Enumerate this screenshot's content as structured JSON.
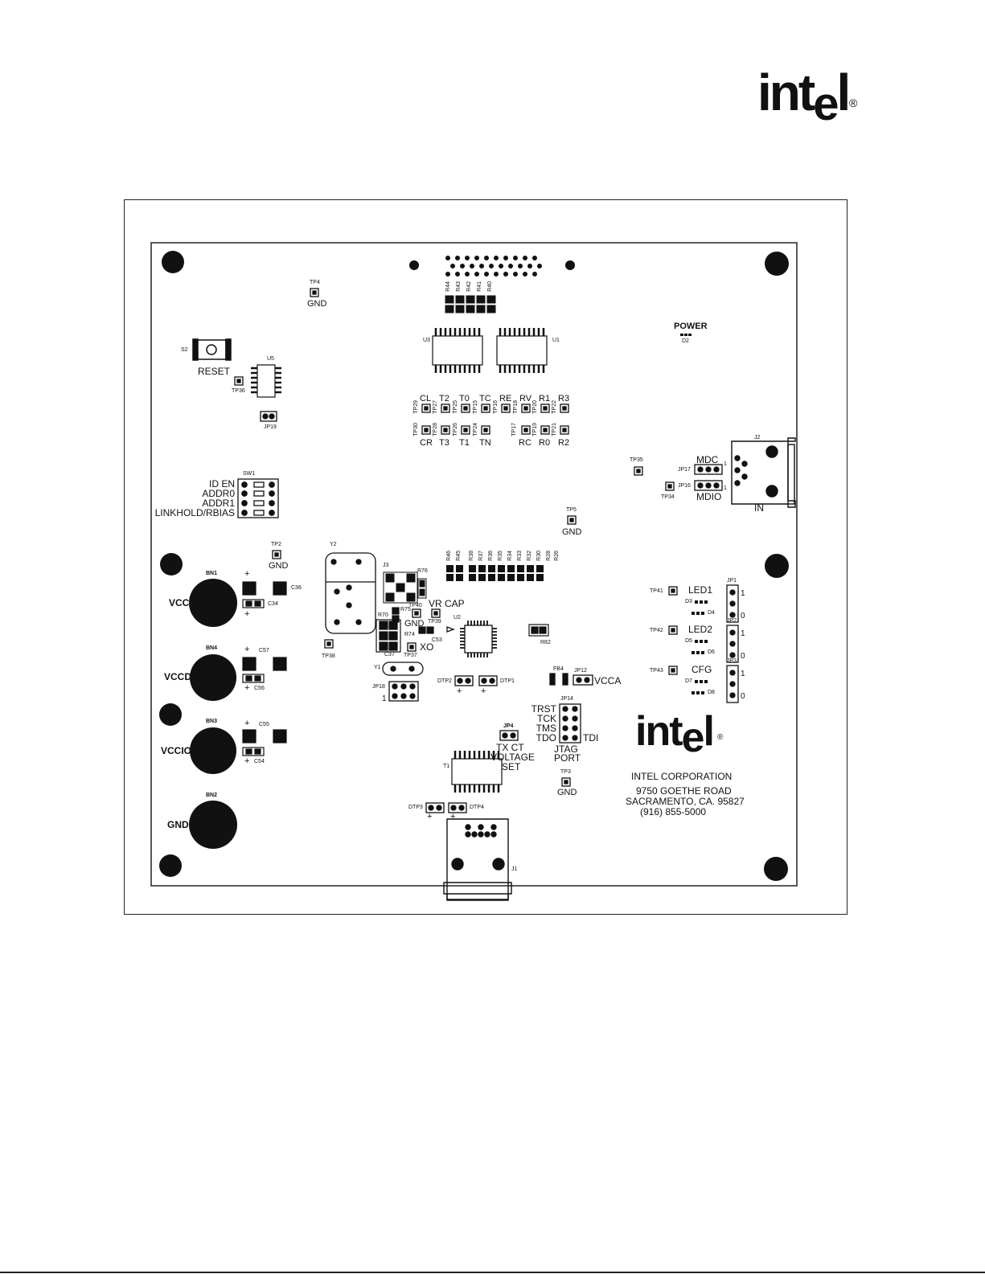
{
  "logo": {
    "brand": "intel",
    "reg": "®"
  },
  "board": {
    "power": "POWER",
    "d2": "D2",
    "tp4": "TP4",
    "tp4_gnd": "GND",
    "s2": "S2",
    "reset": "RESET",
    "u5": "U5",
    "tp36": "TP36",
    "jp19": "JP19",
    "u3": "U3",
    "u1": "U1",
    "top_resistors": [
      "R44",
      "R43",
      "R42",
      "R41",
      "R40"
    ],
    "tp_top_labels": [
      "CL",
      "T2",
      "T0",
      "TC",
      "RE",
      "RV",
      "R1",
      "R3"
    ],
    "tp_top_ids": [
      "TP29",
      "TP27",
      "TP25",
      "TP15",
      "TP16",
      "TP18",
      "TP20",
      "TP22"
    ],
    "tp_bot_labels": [
      "CR",
      "T3",
      "T1",
      "TN",
      "RC",
      "R0",
      "R2"
    ],
    "tp_bot_ids": [
      "TP30",
      "TP28",
      "TP26",
      "TP24",
      "TP17",
      "TP19",
      "TP21"
    ],
    "sw1": "SW1",
    "sw1_labels": [
      "ID EN",
      "ADDR0",
      "ADDR1",
      "LINKHOLD/RBIAS"
    ],
    "tp35": "TP35",
    "j2": "J2",
    "mdc": "MDC",
    "mdio": "MDIO",
    "jp17": "JP17",
    "jp16": "JP16",
    "tp34": "TP34",
    "in": "IN",
    "one_a": "1",
    "one_b": "1",
    "tp5": "TP5",
    "tp5_gnd": "GND",
    "tp2": "TP2",
    "tp2_gnd": "GND",
    "bn1": "BN1",
    "vcc": "VCC",
    "c36": "C36",
    "c34": "C34",
    "plus1": "+",
    "plus2": "+",
    "bn4": "BN4",
    "vccd": "VCCD",
    "c57": "C57",
    "c56": "C56",
    "plus3": "+",
    "plus4": "+",
    "bn3": "BN3",
    "vccio": "VCCIO",
    "c55": "C55",
    "c54": "C54",
    "plus5": "+",
    "plus6": "+",
    "bn2": "BN2",
    "gnd": "GND",
    "y2": "Y2",
    "j3": "J3",
    "r76": "R76",
    "tp40": "TP40",
    "gnd2": "GND",
    "vr_cap": "VR CAP",
    "tp39": "TP39",
    "r75": "R75",
    "r70": "R70",
    "r74": "R74",
    "c53": "C53",
    "u2": "U2",
    "tp38": "TP38",
    "c37": "C37",
    "tp37": "TP37",
    "xo": "XO",
    "mid_resistors": [
      "R46",
      "R45",
      "R38",
      "R37",
      "R36",
      "R35",
      "R34",
      "R33",
      "R32",
      "R30",
      "R28",
      "R26"
    ],
    "r82": "R82",
    "y1": "Y1",
    "jp18": "JP18",
    "jp18_1": "1",
    "dtp2": "DTP2",
    "dtp1": "DTP1",
    "plus7": "+",
    "plus8": "+",
    "fb4": "FB4",
    "jp12": "JP12",
    "vcca": "VCCA",
    "tp41": "TP41",
    "led1": "LED1",
    "d3": "D3",
    "d4": "D4",
    "jp1": "JP1",
    "tp42": "TP42",
    "led2": "LED2",
    "d5": "D5",
    "d6": "D6",
    "jp2": "JP2",
    "tp43": "TP43",
    "cfg": "CFG",
    "d7": "D7",
    "d8": "D8",
    "jp3": "JP3",
    "jp_one": "1",
    "jp_zero": "0",
    "jp14": "JP14",
    "jtag_left": [
      "TRST",
      "TCK",
      "TMS",
      "TDO"
    ],
    "tdi": "TDI",
    "jtag1": "JTAG",
    "jtag2": "PORT",
    "jp4": "JP4",
    "txct": "TX CT",
    "voltage": "VOLTAGE",
    "set": "SET",
    "t1": "T1",
    "tp3": "TP3",
    "tp3_gnd": "GND",
    "dtp3": "DTP3",
    "dtp4": "DTP4",
    "plus9": "+",
    "plus10": "+",
    "j1": "J1",
    "corp": [
      "INTEL CORPORATION",
      "9750 GOETHE ROAD",
      "SACRAMENTO, CA. 95827",
      "(916) 855-5000"
    ]
  }
}
